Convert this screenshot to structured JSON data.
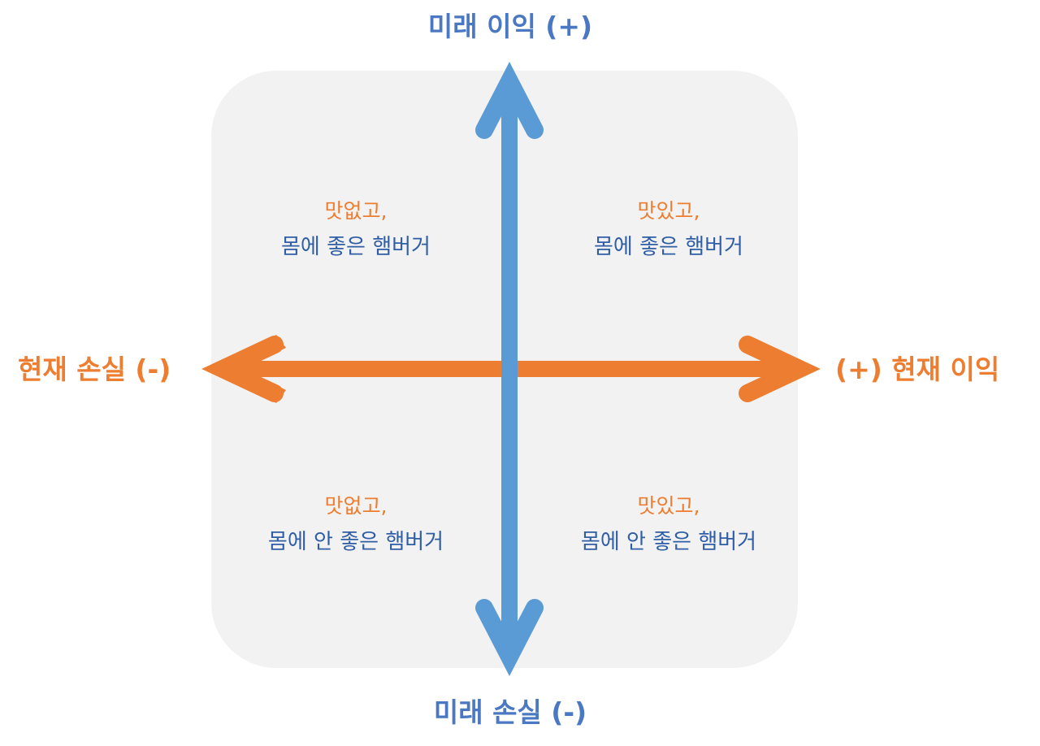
{
  "axes": {
    "top": "미래 이익 (+)",
    "bottom": "미래 손실 (-)",
    "left": "현재 손실 (-)",
    "right": "(+) 현재 이익"
  },
  "quadrants": {
    "top_left": {
      "line1": "맛없고,",
      "line2": "몸에 좋은 햄버거"
    },
    "top_right": {
      "line1": "맛있고,",
      "line2": "몸에 좋은 햄버거"
    },
    "bottom_left": {
      "line1": "맛없고,",
      "line2": "몸에 안 좋은 햄버거"
    },
    "bottom_right": {
      "line1": "맛있고,",
      "line2": "몸에 안 좋은 햄버거"
    }
  },
  "colors": {
    "vertical_axis": "#5b9bd5",
    "horizontal_axis": "#ed7d31",
    "panel": "#f2f2f2",
    "text_blue": "#2f5ea6",
    "text_orange": "#ed7d31"
  }
}
